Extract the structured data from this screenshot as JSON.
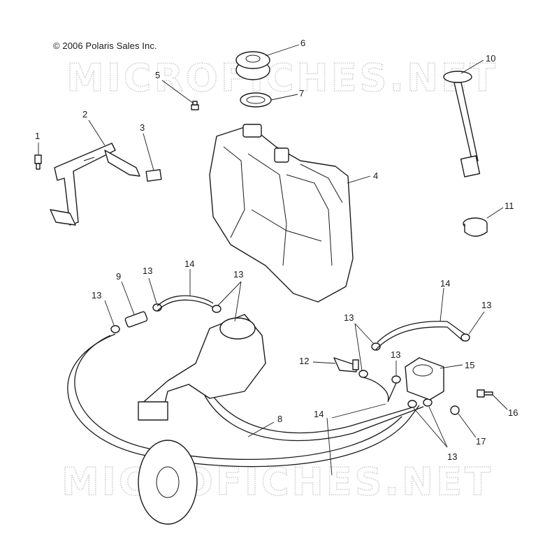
{
  "copyright": "© 2006 Polaris Sales Inc.",
  "watermark": "MICROFICHES.NET",
  "callouts": {
    "c1": "1",
    "c2": "2",
    "c3": "3",
    "c4": "4",
    "c5": "5",
    "c6": "6",
    "c7": "7",
    "c8": "8",
    "c9": "9",
    "c10": "10",
    "c11": "11",
    "c12": "12",
    "c13": "13",
    "c14": "14",
    "c15": "15",
    "c16": "16",
    "c17": "17"
  }
}
